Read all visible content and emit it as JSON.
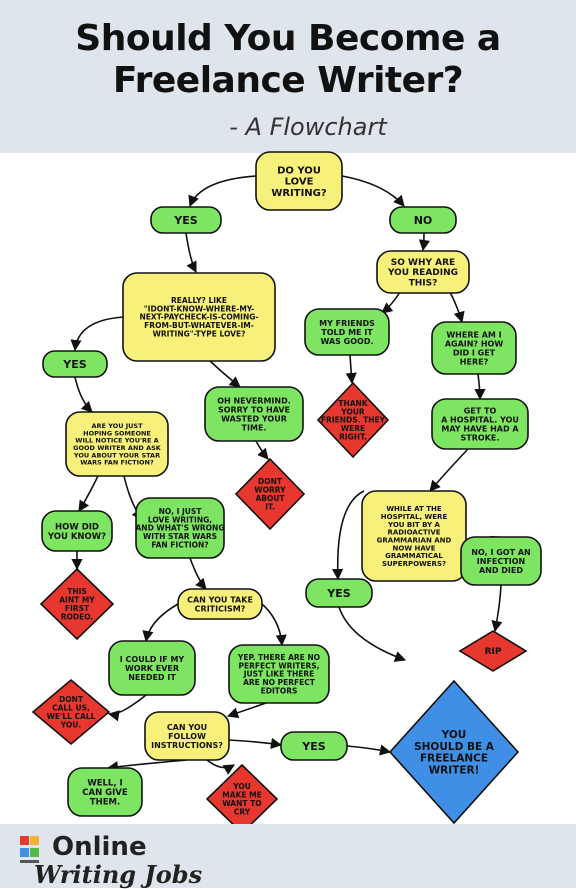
{
  "header": {
    "title_line1": "Should You Become a",
    "title_line2": "Freelance Writer?",
    "subtitle": "- A Flowchart"
  },
  "footer": {
    "logo_line1": "Online",
    "logo_line2": "Writing Jobs",
    "logo_icon": "document-stack-icon"
  },
  "colors": {
    "yellow": "#f7f07a",
    "green": "#7ee562",
    "red": "#e8372f",
    "blue": "#3f8fe6",
    "header_bg": "#dfe5ec"
  },
  "nodes": {
    "q_love": [
      "DO YOU",
      "LOVE",
      "WRITING?"
    ],
    "yes1": [
      "YES"
    ],
    "no1": [
      "NO"
    ],
    "q_why": [
      "SO WHY ARE",
      "YOU READING",
      "THIS?"
    ],
    "friends": [
      "MY FRIENDS",
      "TOLD ME IT",
      "WAS GOOD."
    ],
    "where": [
      "WHERE AM I",
      "AGAIN? HOW",
      "DID I GET",
      "HERE?"
    ],
    "thank": [
      "THANK",
      "YOUR",
      "FRIENDS. THEY",
      "WERE",
      "RIGHT."
    ],
    "hospital": [
      "GET TO",
      "A HOSPITAL. YOU",
      "MAY HAVE HAD A",
      "STROKE."
    ],
    "q_really": [
      "REALLY? LIKE",
      "\"IDONT-KNOW-WHERE-MY-",
      "NEXT-PAYCHECK-IS-COMING-",
      "FROM-BUT-WHATEVER-IM-",
      "WRITING\"-TYPE LOVE?"
    ],
    "yes2": [
      "YES"
    ],
    "nevermind": [
      "OH NEVERMIND.",
      "SORRY TO HAVE",
      "WASTED YOUR",
      "TIME."
    ],
    "dont_worry": [
      "DONT",
      "WORRY",
      "ABOUT",
      "IT."
    ],
    "q_hoping": [
      "ARE YOU JUST",
      "HOPING SOMEONE",
      "WILL NOTICE YOU'RE A",
      "GOOD WRITER AND ASK",
      "YOU ABOUT YOUR STAR",
      "WARS FAN FICTION?"
    ],
    "q_bit": [
      "WHILE AT THE",
      "HOSPITAL, WERE",
      "YOU BIT BY A",
      "RADIOACTIVE",
      "GRAMMARIAN AND",
      "NOW HAVE",
      "GRAMMATICAL",
      "SUPERPOWERS?"
    ],
    "how_know": [
      "HOW DID",
      "YOU KNOW?"
    ],
    "no_love": [
      "NO, I JUST",
      "LOVE WRITING,",
      "AND WHAT'S WRONG",
      "WITH STAR WARS",
      "FAN FICTION?"
    ],
    "infection": [
      "NO, I GOT AN",
      "INFECTION",
      "AND DIED"
    ],
    "rodeo": [
      "THIS",
      "AINT MY",
      "FIRST",
      "RODEO."
    ],
    "q_criticism": [
      "CAN YOU TAKE",
      "CRITICISM?"
    ],
    "yes3": [
      "YES"
    ],
    "rip": [
      "RIP"
    ],
    "could_if": [
      "I COULD IF MY",
      "WORK EVER",
      "NEEDED IT"
    ],
    "yep": [
      "YEP. THERE ARE NO",
      "PERFECT WRITERS,",
      "JUST LIKE THERE",
      "ARE NO PERFECT",
      "EDITORS"
    ],
    "dont_call": [
      "DONT",
      "CALL US,",
      "WE'LL CALL",
      "YOU."
    ],
    "q_follow": [
      "CAN YOU",
      "FOLLOW",
      "INSTRUCTIONS?"
    ],
    "yes4": [
      "YES"
    ],
    "final": [
      "YOU",
      "SHOULD BE A",
      "FREELANCE",
      "WRITER!"
    ],
    "well": [
      "WELL, I",
      "CAN GIVE",
      "THEM."
    ],
    "make_me": [
      "YOU",
      "MAKE ME",
      "WANT TO",
      "CRY"
    ]
  }
}
